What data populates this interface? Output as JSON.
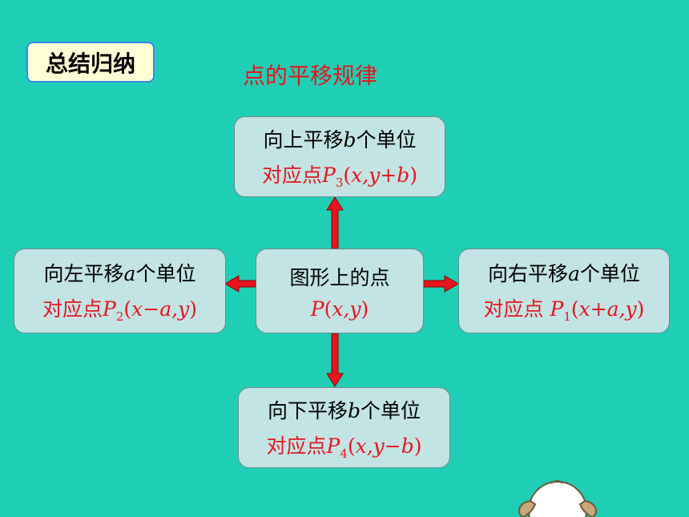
{
  "badge": {
    "label": "总结归纳"
  },
  "title": "点的平移规律",
  "center": {
    "line1": "图形上的点",
    "point": {
      "name": "P",
      "coords": "x,y"
    }
  },
  "up": {
    "line1": {
      "prefix": "向上平移",
      "var": "b",
      "suffix": "个单位"
    },
    "line2": {
      "prefix": "对应点",
      "name": "P",
      "sub": "3",
      "coords": "x,y+b"
    }
  },
  "left": {
    "line1": {
      "prefix": "向左平移",
      "var": "a",
      "suffix": "个单位"
    },
    "line2": {
      "prefix": "对应点",
      "name": "P",
      "sub": "2",
      "coords": "x−a,y"
    }
  },
  "right": {
    "line1": {
      "prefix": "向右平移",
      "var": "a",
      "suffix": "个单位"
    },
    "line2": {
      "prefix": "对应点 ",
      "name": "P",
      "sub": "1",
      "coords": "x+a,y"
    }
  },
  "down": {
    "line1": {
      "prefix": "向下平移",
      "var": "b",
      "suffix": "个单位"
    },
    "line2": {
      "prefix": "对应点",
      "name": "P",
      "sub": "4",
      "coords": "x,y−b"
    }
  },
  "colors": {
    "background": "#1fcfb5",
    "box": "#c3e4e4",
    "accent": "#e8141e",
    "badge": "#ffffd6"
  }
}
